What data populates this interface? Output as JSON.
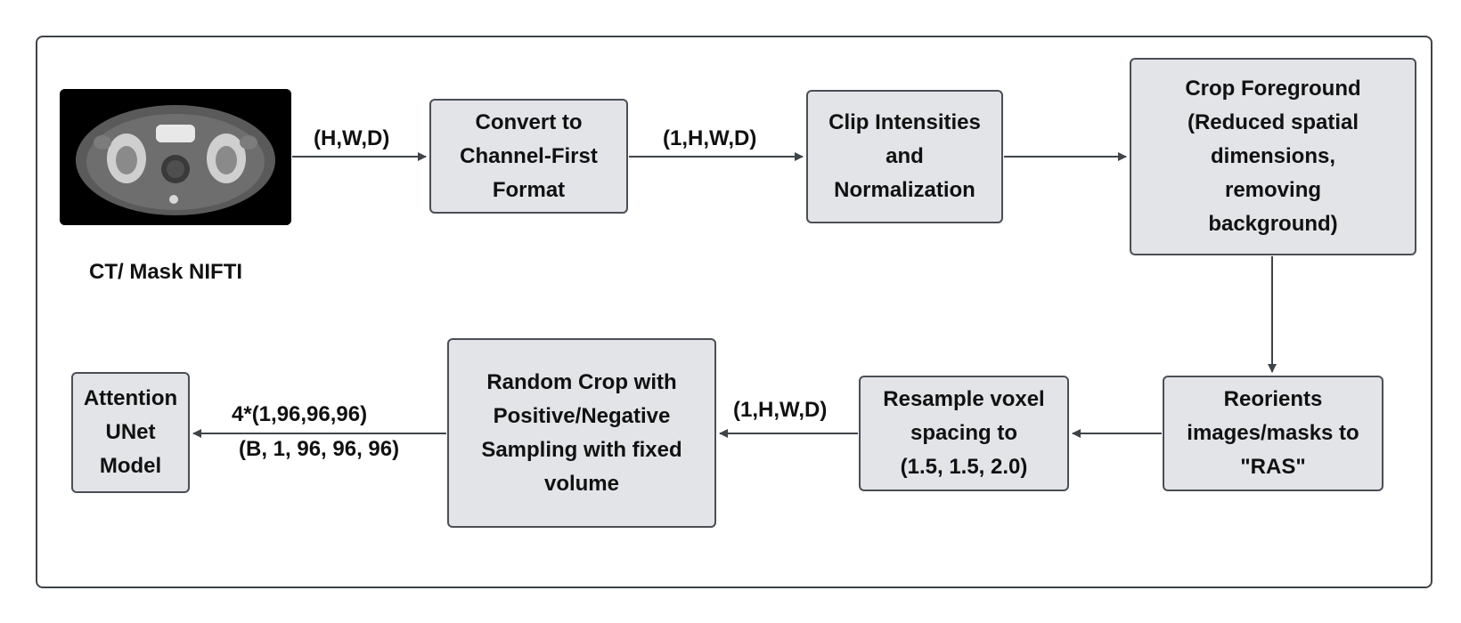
{
  "input": {
    "caption": "CT/ Mask NIFTI",
    "image_description_icon": "ct-scan-slice"
  },
  "nodes": {
    "convert": [
      "Convert to",
      "Channel-First",
      "Format"
    ],
    "clip": [
      "Clip Intensities",
      "and",
      "Normalization"
    ],
    "crop_fg": [
      "Crop Foreground",
      "(Reduced spatial",
      "dimensions,",
      "removing",
      "background)"
    ],
    "reorient": [
      "Reorients",
      "images/masks to",
      "\"RAS\""
    ],
    "resample": [
      "Resample voxel",
      "spacing to",
      "(1.5, 1.5, 2.0)"
    ],
    "random_crop": [
      "Random Crop with",
      "Positive/Negative",
      "Sampling with fixed",
      "volume"
    ],
    "model": [
      "Attention",
      "UNet",
      "Model"
    ]
  },
  "edge_labels": {
    "input_to_convert": "(H,W,D)",
    "convert_to_clip": "(1,H,W,D)",
    "resample_to_random": "(1,H,W,D)",
    "random_to_model_line1": "4*(1,96,96,96)",
    "random_to_model_line2": "(B, 1, 96, 96, 96)"
  },
  "colors": {
    "box_fill": "#e2e4e8",
    "box_border": "#4a4f55",
    "arrow": "#3f4449"
  }
}
